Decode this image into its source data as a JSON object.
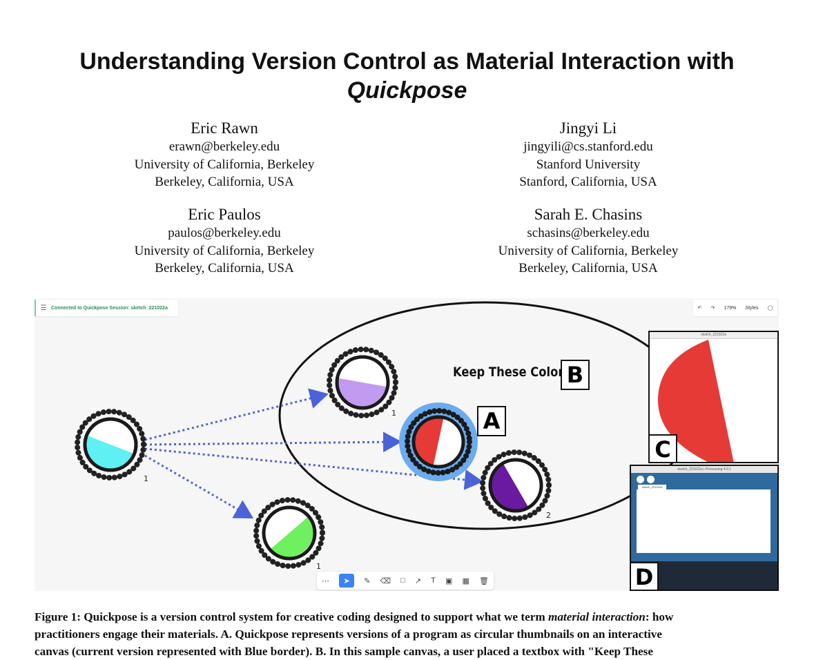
{
  "paper": {
    "title_line1": "Understanding Version Control as Material Interaction with",
    "title_line2": "Quickpose"
  },
  "authors": [
    {
      "name": "Eric Rawn",
      "email": "erawn@berkeley.edu",
      "affiliation": "University of California, Berkeley",
      "location": "Berkeley, California, USA"
    },
    {
      "name": "Jingyi Li",
      "email": "jingyili@cs.stanford.edu",
      "affiliation": "Stanford University",
      "location": "Stanford, California, USA"
    },
    {
      "name": "Eric Paulos",
      "email": "paulos@berkeley.edu",
      "affiliation": "University of California, Berkeley",
      "location": "Berkeley, California, USA"
    },
    {
      "name": "Sarah E. Chasins",
      "email": "schasins@berkeley.edu",
      "affiliation": "University of California, Berkeley",
      "location": "Berkeley, California, USA"
    }
  ],
  "figure": {
    "session_text": "Connected to Quickpose Session: sketch_221022a",
    "top_right": {
      "zoom": "179%",
      "styles_label": "Styles"
    },
    "keep_text": "Keep These Colors",
    "labels": {
      "a": "A",
      "b": "B",
      "c": "C",
      "d": "D"
    },
    "node_numbers": {
      "root": "1",
      "purple": "1",
      "green": "1",
      "violet": "2"
    },
    "panel_c_title": "sketch_221022a",
    "panel_d_title": "sketch_221022a | Processing 4.0.1",
    "panel_d_tab": "sketch_221022a",
    "colors": {
      "cyan": "#5ef0f2",
      "lavender": "#c29af0",
      "red": "#e53a36",
      "green": "#6ff060",
      "violet": "#6a1aa0",
      "current_border": "#6aacef",
      "arrow": "#4a63d8"
    }
  },
  "caption": {
    "label": "Figure 1:",
    "line1_a": "Quickpose is a version control system for creative coding designed to support what we term",
    "line1_em": "material interaction",
    "line1_b": ": how",
    "line2": "practitioners engage their materials. A. Quickpose represents versions of a program as circular thumbnails on an interactive",
    "line3": "canvas (current version represented with Blue border). B. In this sample canvas, a user placed a textbox with \"Keep These"
  }
}
